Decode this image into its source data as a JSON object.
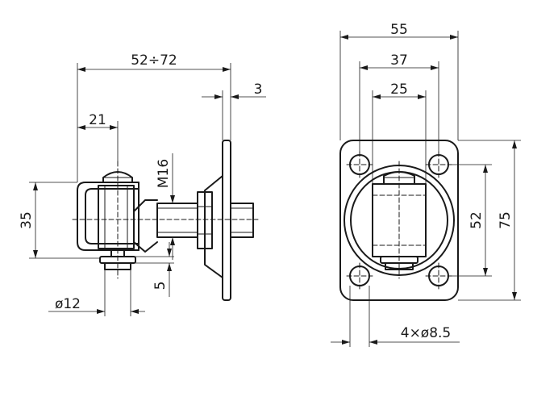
{
  "side_view": {
    "dim_overall": "52÷72",
    "dim_plate": "3",
    "dim_offset": "21",
    "dim_height": "35",
    "dim_thread": "M16",
    "dim_gap": "5",
    "dim_pin": "ø12"
  },
  "front_view": {
    "dim_width": "55",
    "dim_hole_spacing": "37",
    "dim_inner": "25",
    "dim_hole_vertical": "52",
    "dim_height": "75",
    "dim_holes": "4×ø8.5"
  }
}
